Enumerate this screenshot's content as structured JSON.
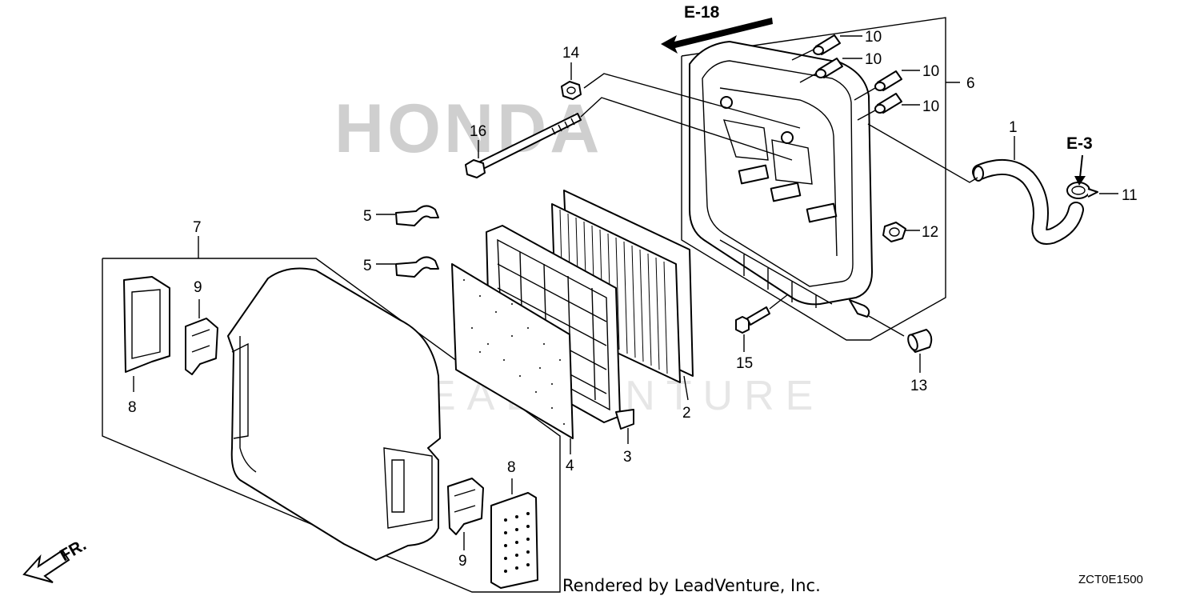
{
  "watermarks": {
    "brand": "HONDA",
    "vendor": "LEADVENTURE"
  },
  "references": {
    "e18": "E-18",
    "e3": "E-3",
    "front": "FR."
  },
  "callouts": {
    "c1": "1",
    "c2": "2",
    "c3": "3",
    "c4": "4",
    "c5a": "5",
    "c5b": "5",
    "c6": "6",
    "c7": "7",
    "c8a": "8",
    "c8b": "8",
    "c9a": "9",
    "c9b": "9",
    "c10a": "10",
    "c10b": "10",
    "c10c": "10",
    "c10d": "10",
    "c11": "11",
    "c12": "12",
    "c13": "13",
    "c14": "14",
    "c15": "15",
    "c16": "16"
  },
  "footer": {
    "credit": "Rendered by LeadVenture, Inc.",
    "diagram_code": "ZCT0E1500"
  }
}
